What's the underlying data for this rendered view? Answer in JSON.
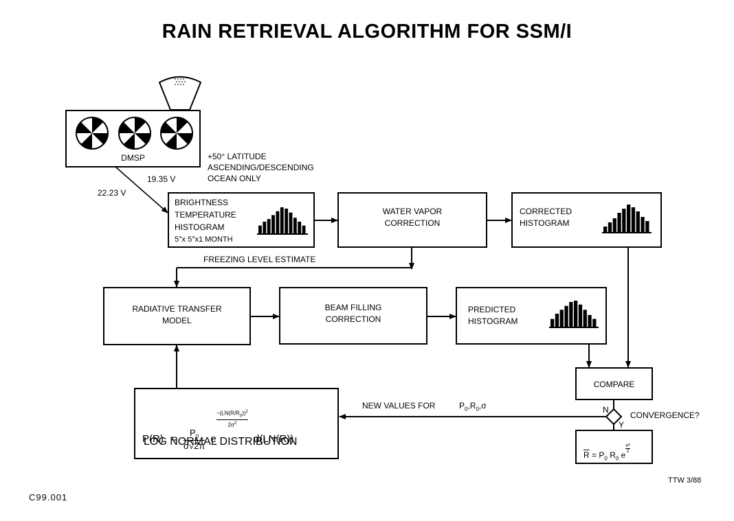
{
  "title": "RAIN RETRIEVAL ALGORITHM FOR SSM/I",
  "satellite": {
    "label": "DMSP",
    "freq_1": "19.35 V",
    "freq_2": "22.23 V"
  },
  "constraints": [
    "+50° LATITUDE",
    "ASCENDING/DESCENDING",
    "OCEAN ONLY"
  ],
  "boxes": {
    "brightness": [
      "BRIGHTNESS",
      "TEMPERATURE",
      "HISTOGRAM",
      "5°x 5°x1 MONTH"
    ],
    "water_vapor": [
      "WATER VAPOR",
      "CORRECTION"
    ],
    "corrected": [
      "CORRECTED",
      "HISTOGRAM"
    ],
    "radiative": [
      "RADIATIVE TRANSFER",
      "MODEL"
    ],
    "beam": [
      "BEAM FILLING",
      "CORRECTION"
    ],
    "predicted": [
      "PREDICTED",
      "HISTOGRAM"
    ],
    "compare": "COMPARE"
  },
  "freezing_label": "FREEZING LEVEL ESTIMATE",
  "formula": {
    "lhs": "P(R)",
    "eq": "=",
    "num": "P",
    "num_sub": "0",
    "den": "σ√2π",
    "e": "e",
    "exponent": "−(LN(R/R",
    "exponent_sub": "0",
    "exponent_end": "))",
    "exponent_pow": "2",
    "exponent_den": "2σ",
    "exponent_den_pow": "2",
    "tail": "d(LN(R))",
    "caption": "LOG NORMAL DISTRIBUTION"
  },
  "new_values": {
    "label": "NEW VALUES FOR",
    "params": "P",
    "p_sub": "0",
    "r": ",R",
    "r_sub": "0",
    "sigma": ",σ"
  },
  "decision": {
    "no": "N",
    "yes": "Y",
    "question": "CONVERGENCE?"
  },
  "result": {
    "lhs": "R",
    "eq": "=",
    "p": "P",
    "p_sub": "0",
    "r": "R",
    "r_sub": "0",
    "e": "e",
    "exp_num": "σ²",
    "exp_den": "2"
  },
  "footer": {
    "right": "TTW 3/88",
    "left": "C99.001"
  },
  "histograms": {
    "brightness": [
      0.3,
      0.45,
      0.55,
      0.7,
      0.85,
      1.0,
      0.95,
      0.8,
      0.6,
      0.45,
      0.3
    ],
    "corrected": [
      0.2,
      0.35,
      0.5,
      0.7,
      0.85,
      1.0,
      0.9,
      0.75,
      0.55,
      0.4
    ],
    "predicted": [
      0.3,
      0.5,
      0.65,
      0.8,
      0.95,
      1.0,
      0.85,
      0.65,
      0.45,
      0.3
    ]
  }
}
